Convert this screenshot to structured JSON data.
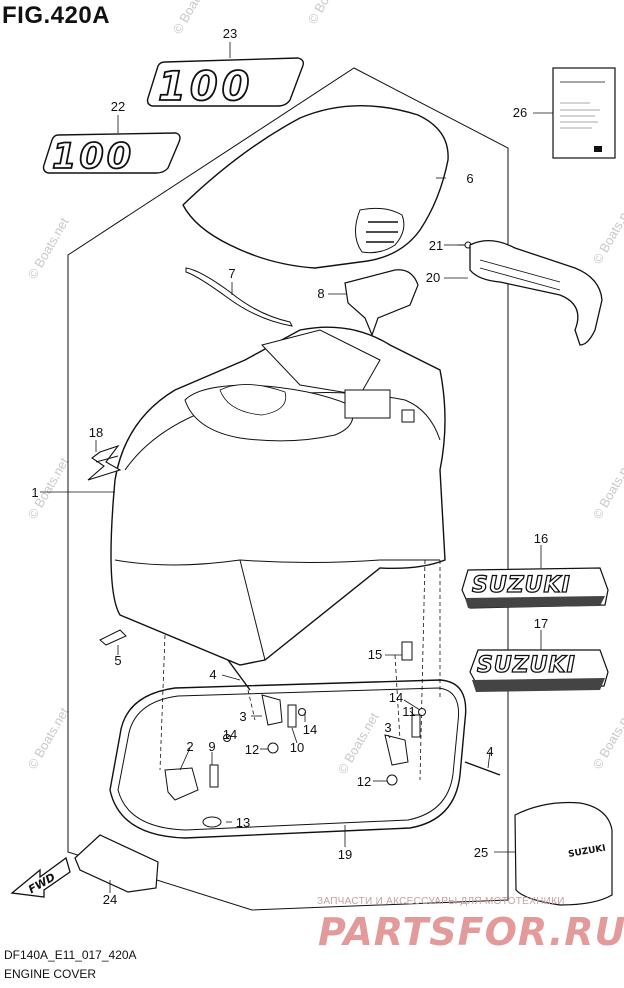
{
  "figure": {
    "title": "FIG.420A",
    "code": "DF140A_E11_017_420A",
    "name": "ENGINE COVER"
  },
  "callouts": [
    "1",
    "2",
    "3",
    "3",
    "4",
    "4",
    "5",
    "6",
    "7",
    "8",
    "9",
    "10",
    "11",
    "12",
    "12",
    "13",
    "14",
    "14",
    "14",
    "15",
    "16",
    "17",
    "18",
    "19",
    "20",
    "21",
    "22",
    "23",
    "24",
    "25",
    "26"
  ],
  "decals": {
    "large_number": "100",
    "brand": "SUZUKI",
    "fwd": "FWD",
    "cover_brand": "SUZUKI"
  },
  "watermark": "© Boats.net",
  "site": {
    "tagline": "ЗАПЧАСТИ И АКСЕССУАРЫ ДЛЯ МОТОТЕХНИКИ",
    "logo": "PARTSFOR.RU"
  },
  "colors": {
    "line": "#111111",
    "watermark": "#c9c9c9",
    "site_logo": "#e39a9a"
  }
}
